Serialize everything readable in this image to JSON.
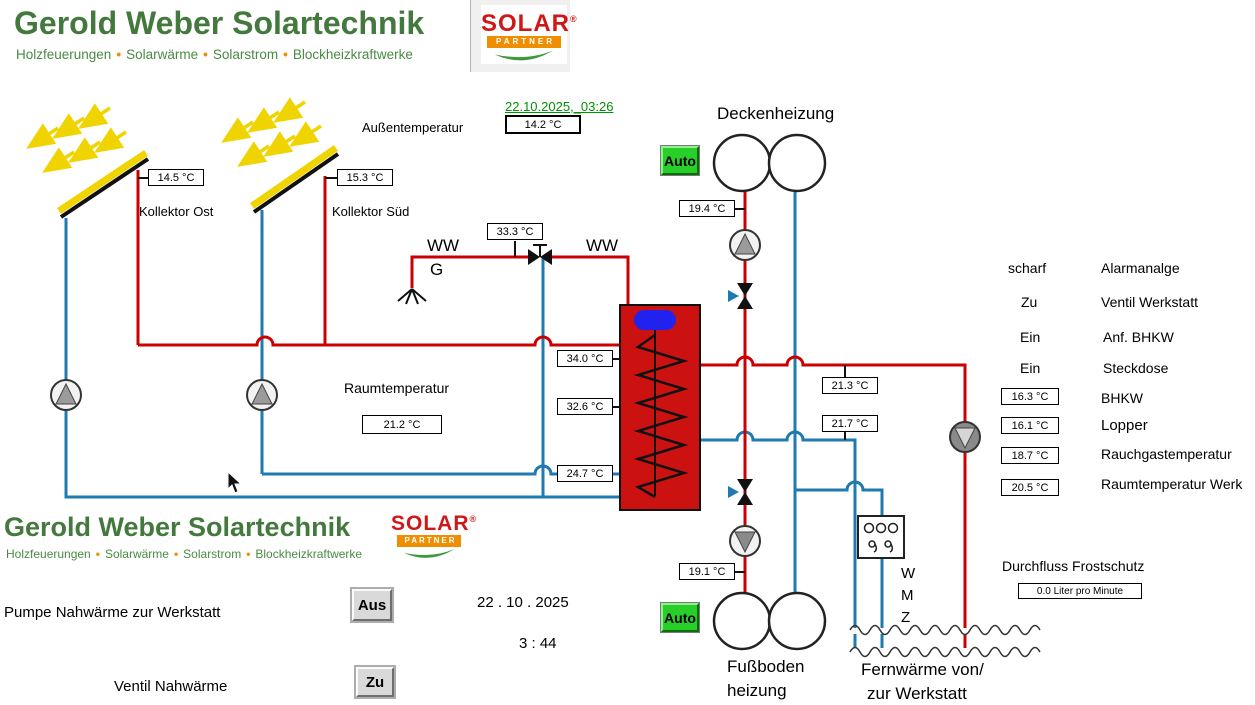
{
  "colors": {
    "pipe_hot": "#cc0000",
    "pipe_cold": "#1f7ab0",
    "title_green": "#44793e",
    "date_green": "#009000",
    "auto_green": "#29cf29",
    "logo_red": "#d01717",
    "logo_orange": "#ef8e00",
    "tank_red": "#cc1111",
    "tank_inlet_blue": "#2222ee",
    "collector_yellow": "#f0d400"
  },
  "brand": {
    "title": "Gerold Weber Solartechnik",
    "subtitle": [
      "Holzfeuerungen",
      "Solarwärme",
      "Solarstrom",
      "Blockheizkraftwerke"
    ],
    "dot": "•",
    "logo": {
      "solar": "SOLAR",
      "registered": "®",
      "partner": "PARTNER"
    }
  },
  "datetime_top": "22.10.2025,_03:26",
  "datetime_bottom": {
    "date": "22 . 10 .  2025",
    "time": "3  :  44"
  },
  "outdoor_temp": {
    "label": "Außentemperatur",
    "value": "14.2 °C"
  },
  "collectors": {
    "ost": {
      "label": "Kollektor Ost",
      "value": "14.5 °C"
    },
    "sued": {
      "label": "Kollektor Süd",
      "value": "15.3 °C"
    }
  },
  "ww": {
    "label_line1": "WW",
    "label_line2": "G",
    "label2": "WW",
    "value": "33.3 °C"
  },
  "room": {
    "label": "Raumtemperatur",
    "value": "21.2 °C"
  },
  "tank": {
    "sensor_top": "34.0 °C",
    "sensor_mid": "32.6 °C",
    "sensor_bottom": "24.7 °C"
  },
  "deckenheizung": {
    "label": "Deckenheizung",
    "value": "19.4 °C",
    "auto_label": "Auto"
  },
  "fussbodenheizung": {
    "label_line1": "Fußboden",
    "label_line2": "heizung",
    "value": "19.1 °C",
    "auto_label": "Auto"
  },
  "circuit_temps": {
    "supply": "21.3 °C",
    "return": "21.7 °C"
  },
  "right_panel": {
    "status_rows": [
      {
        "state": "scharf",
        "label": "Alarmanalge"
      },
      {
        "state": "Zu",
        "label": "Ventil Werkstatt"
      },
      {
        "state": "Ein",
        "label": "Anf. BHKW"
      },
      {
        "state": "Ein",
        "label": "Steckdose"
      }
    ],
    "sensor_rows": [
      {
        "value": "16.3 °C",
        "label": "BHKW"
      },
      {
        "value": "16.1 °C",
        "label": "Lopper"
      },
      {
        "value": "18.7 °C",
        "label": "Rauchgastemperatur"
      },
      {
        "value": "20.5 °C",
        "label": "Raumtemperatur Werk"
      }
    ]
  },
  "wmz": {
    "w": "W",
    "m": "M",
    "z": "Z"
  },
  "frostschutz": {
    "label": "Durchfluss Frostschutz",
    "value": "0.0 Liter pro Minute"
  },
  "fernwaerme": {
    "line1": "Fernwärme von/",
    "line2": "zur Werkstatt"
  },
  "bottom_controls": {
    "pump_label": "Pumpe  Nahwärme zur Werkstatt",
    "pump_button": "Aus",
    "valve_label": "Ventil Nahwärme",
    "valve_button": "Zu"
  }
}
